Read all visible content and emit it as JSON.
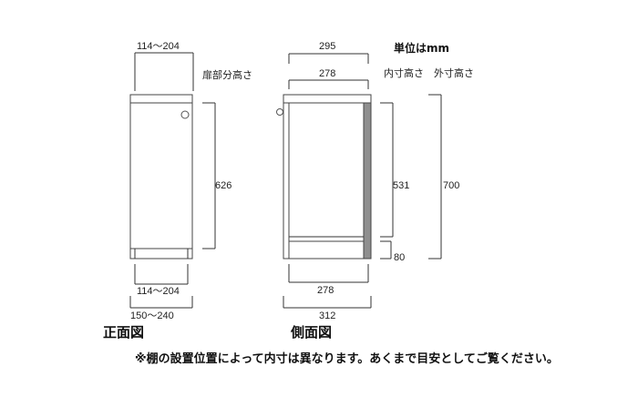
{
  "unit_label": "単位はmm",
  "front_view": {
    "title": "正面図",
    "door_width_top": "114～204",
    "door_height_label": "扉部分高さ",
    "door_height": "626",
    "door_width_bottom": "114～204",
    "total_width": "150～240"
  },
  "side_view": {
    "title": "側面図",
    "outer_depth_top": "295",
    "inner_depth_top": "278",
    "inner_height_label": "内寸高さ",
    "outer_height_label": "外寸高さ",
    "inner_height": "531",
    "base_height": "80",
    "outer_height": "700",
    "inner_depth_bottom": "278",
    "total_depth": "312"
  },
  "note": "※棚の設置位置によって内寸は異なります。あくまで目安としてご覧ください。"
}
